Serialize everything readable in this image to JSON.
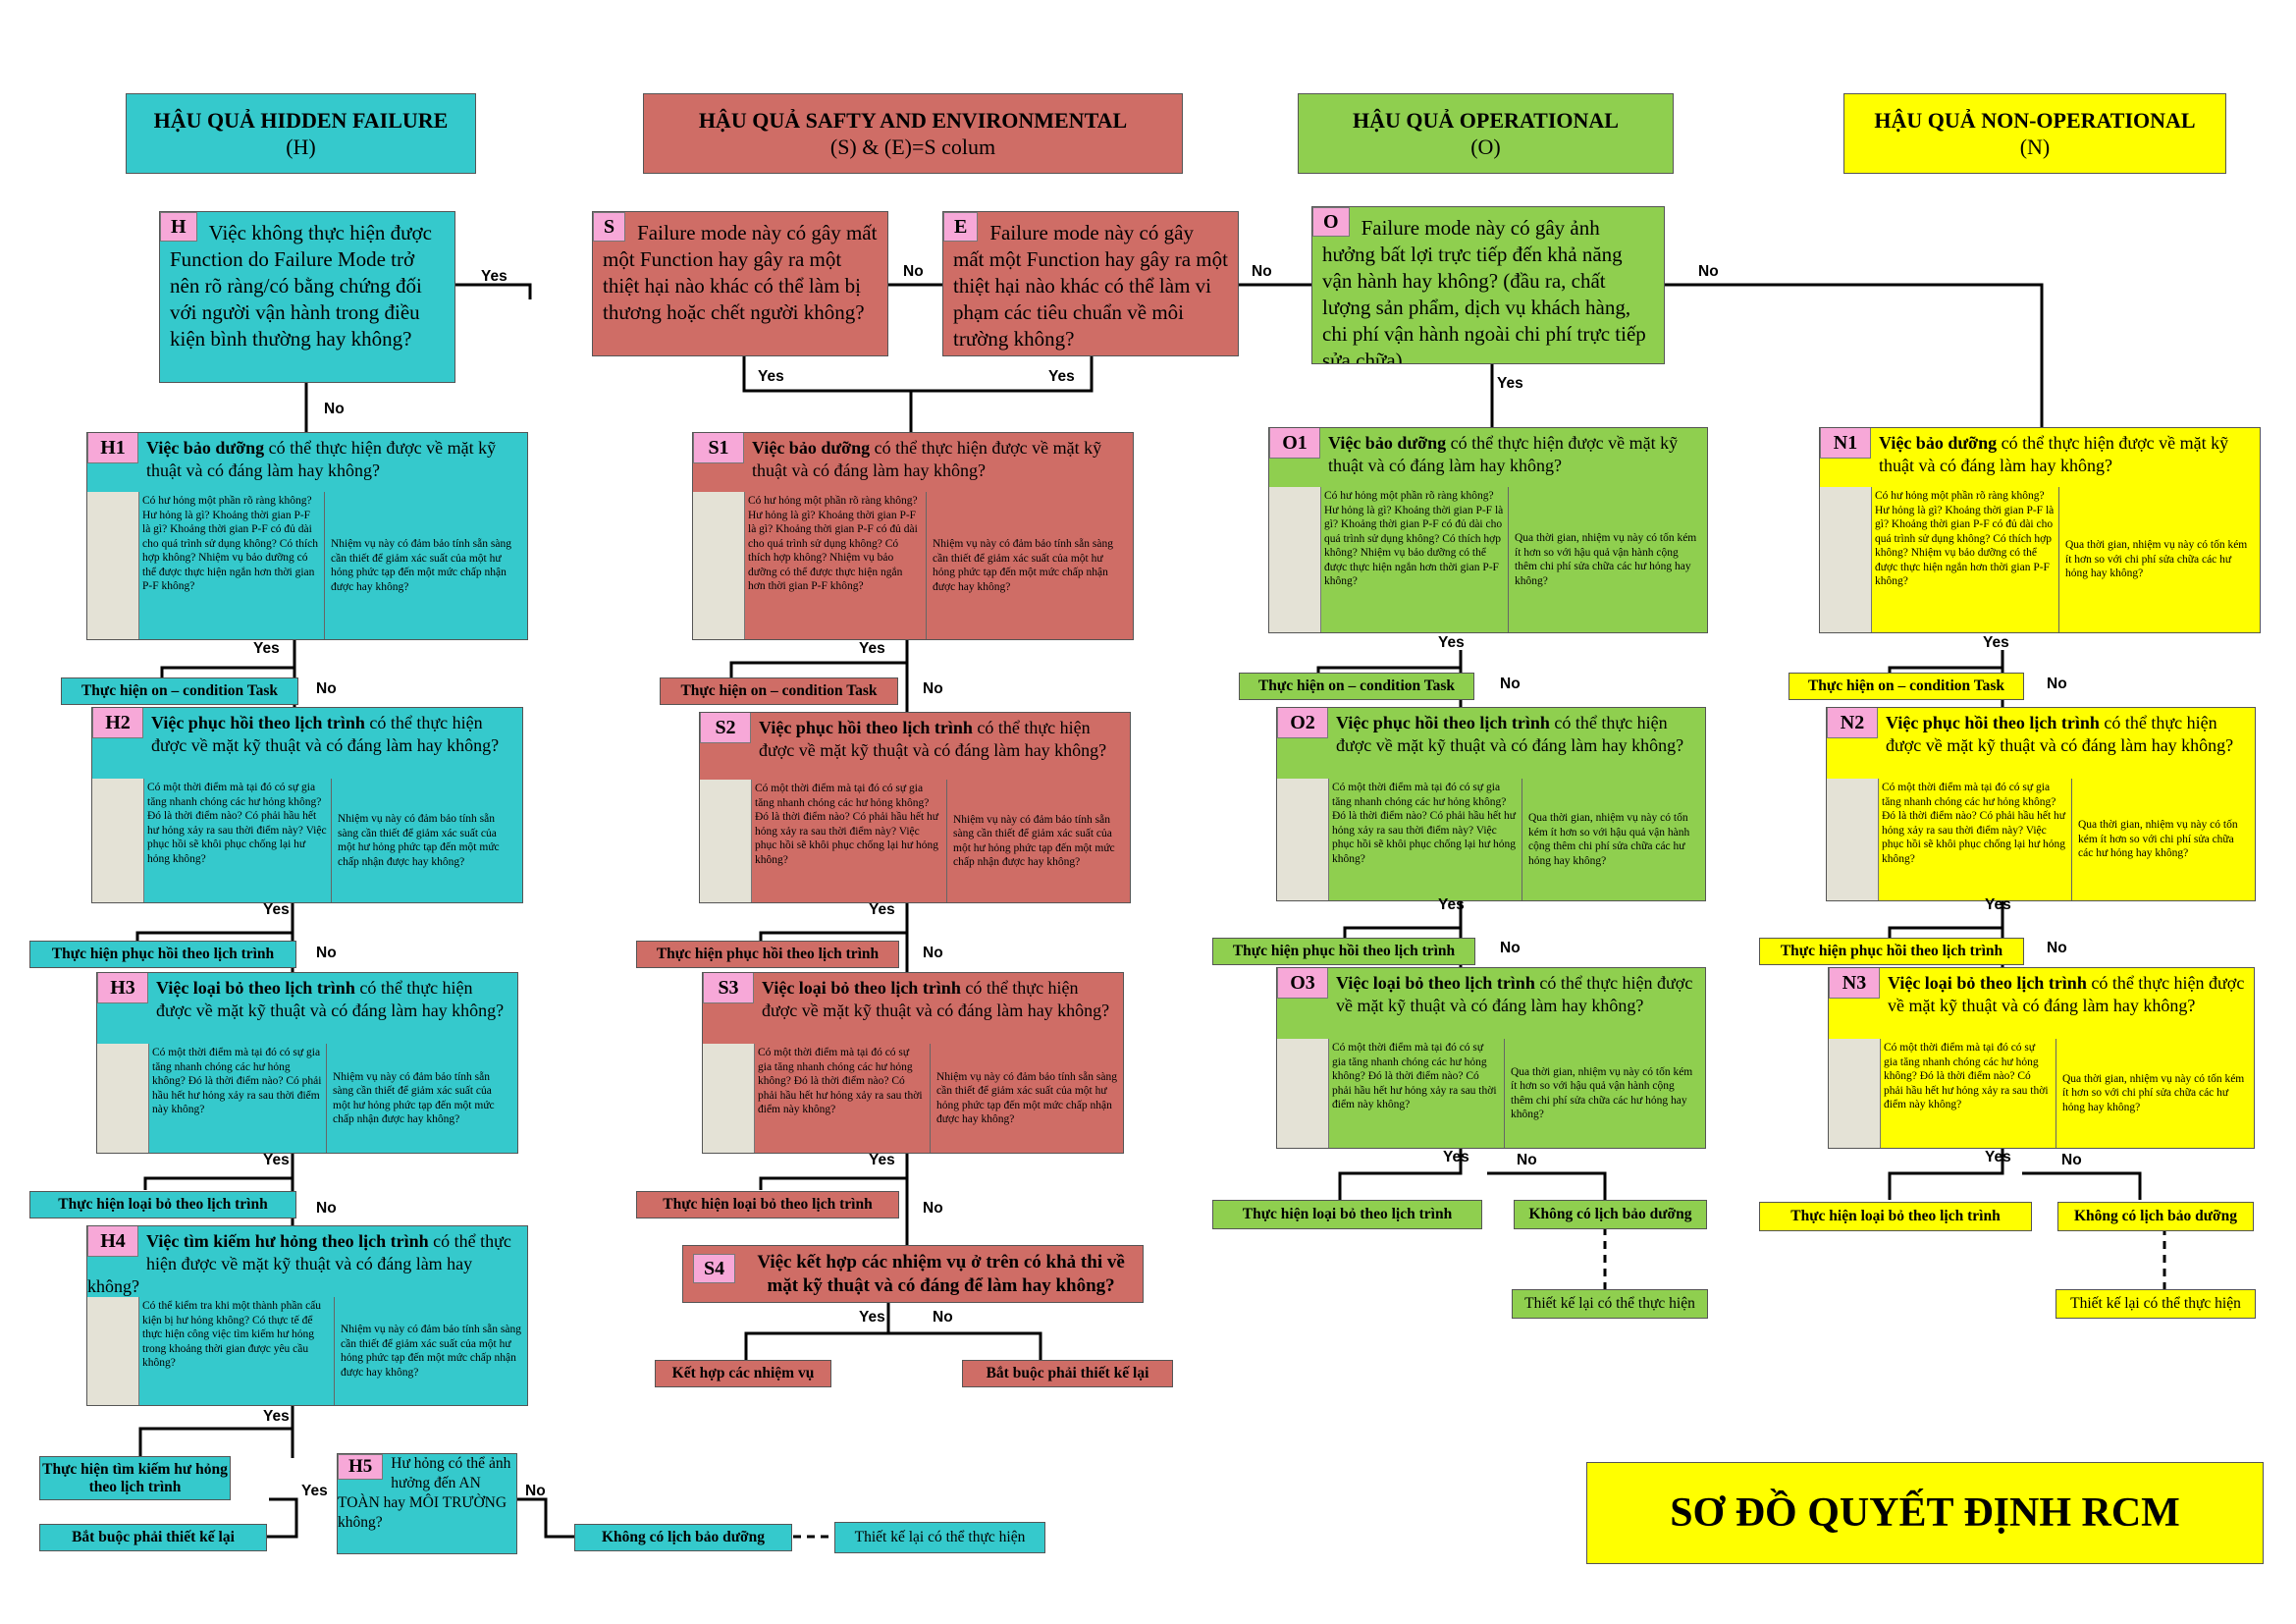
{
  "headers": {
    "hidden": {
      "title": "HẬU QUẢ HIDDEN FAILURE",
      "sub": "(H)"
    },
    "safety": {
      "title": "HẬU QUẢ SAFTY AND ENVIRONMENTAL",
      "sub": "(S) & (E)=S colum"
    },
    "operational": {
      "title": "HẬU QUẢ OPERATIONAL",
      "sub": "(O)"
    },
    "non_operational": {
      "title": "HẬU QUẢ NON-OPERATIONAL",
      "sub": "(N)"
    }
  },
  "questions": {
    "h": {
      "tag": "H",
      "text": "Việc không thực hiện được Function do Failure Mode trở nên rõ ràng/có bằng chứng đối với người vận hành trong điều kiện bình thường hay không?"
    },
    "s": {
      "tag": "S",
      "text": "Failure mode này có gây mất một Function hay gây ra một thiệt hại nào khác có thể làm bị thương hoặc chết người không?"
    },
    "e": {
      "tag": "E",
      "text": "Failure mode này có gây mất một Function hay gây ra một thiệt hại nào khác có thể làm vi phạm các tiêu chuẩn về môi trường không?"
    },
    "o": {
      "tag": "O",
      "text": "Failure mode này có gây ảnh hưởng bất lợi trực tiếp đến khả năng vận hành hay không? (đầu ra, chất lượng sản phẩm, dịch vụ khách hàng, chi phí vận hành ngoài chi phí trực tiếp sửa chữa)"
    }
  },
  "decisions": {
    "h1": {
      "tag": "H1",
      "bold": "Việc bảo dưỡng",
      "rest": " có thể thực hiện được về mặt kỹ thuật và có đáng làm hay không?",
      "left": "Có hư hỏng một phần rõ ràng không? Hư hỏng là gì? Khoảng thời gian P-F là gì? Khoảng thời gian P-F có đủ dài cho quá trình sử dụng không? Có thích hợp không? Nhiệm vụ bảo dưỡng có thể được thực hiện ngắn hơn thời gian P-F không?",
      "right": "Nhiệm vụ này có đảm bảo tính sẵn sàng cần thiết để giảm xác suất của một hư hỏng phức tạp đến một mức chấp nhận được hay không?"
    },
    "h2": {
      "tag": "H2",
      "bold": "Việc phục hồi theo lịch trình",
      "rest": " có thể thực hiện được về mặt kỹ thuật và có đáng làm hay không?",
      "left": "Có một thời điểm mà tại đó có sự gia tăng nhanh chóng các hư hỏng không? Đó là thời điểm nào? Có phải hầu hết hư hỏng xảy ra sau thời điểm này? Việc phục hồi sẽ khôi phục chống lại hư hỏng không?",
      "right": "Nhiệm vụ này có đảm bảo tính sẵn sàng cần thiết để giảm xác suất của một hư hỏng phức tạp đến một mức chấp nhận được hay không?"
    },
    "h3": {
      "tag": "H3",
      "bold": "Việc loại bỏ theo lịch trình",
      "rest": " có thể thực hiện được về mặt kỹ thuật và có đáng làm hay không?",
      "left": "Có một thời điểm mà tại đó có sự gia tăng nhanh chóng các hư hỏng không? Đó là thời điểm nào? Có phải hầu hết hư hỏng xảy ra sau thời điểm này không?",
      "right": "Nhiệm vụ này có đảm bảo tính sẵn sàng cần thiết để giảm xác suất của một hư hỏng phức tạp đến một mức chấp nhận được hay không?"
    },
    "h4": {
      "tag": "H4",
      "bold": "Việc tìm kiếm hư hỏng theo lịch trình",
      "rest": " có thể thực hiện được về mặt kỹ thuật và có đáng làm hay không?",
      "left": "Có thể kiểm tra khi một thành phần cấu kiện bị hư hỏng không? Có thực tế để thực hiện công việc tìm kiếm hư hỏng trong khoảng thời gian được yêu cầu không?",
      "right": "Nhiệm vụ này có đảm bảo tính sẵn sàng cần thiết để giảm xác suất của một hư hỏng phức tạp đến một mức chấp nhận được hay không?"
    },
    "h5": {
      "tag": "H5",
      "text": "Hư hỏng có thể ảnh hưởng đến AN TOÀN hay MÔI TRƯỜNG không?"
    },
    "s1": {
      "tag": "S1",
      "bold": "Việc bảo dưỡng",
      "rest": " có thể thực hiện được về mặt kỹ thuật và có đáng làm hay không?",
      "left": "Có hư hỏng một phần rõ ràng không? Hư hỏng là gì? Khoảng thời gian P-F là gì? Khoảng thời gian P-F có đủ dài cho quá trình sử dụng không? Có thích hợp không? Nhiệm vụ bảo dưỡng có thể được thực hiện ngắn hơn thời gian P-F không?",
      "right": "Nhiệm vụ này có đảm bảo tính sẵn sàng cần thiết để giảm xác suất của một hư hỏng phức tạp đến một mức chấp nhận được hay không?"
    },
    "s2": {
      "tag": "S2",
      "bold": "Việc phục hồi theo lịch trình",
      "rest": " có thể thực hiện được về mặt kỹ thuật và có đáng làm hay không?",
      "left": "Có một thời điểm mà tại đó có sự gia tăng nhanh chóng các hư hỏng không? Đó là thời điểm nào? Có phải hầu hết hư hỏng xảy ra sau thời điểm này? Việc phục hồi sẽ khôi phục chống lại hư hỏng không?",
      "right": "Nhiệm vụ này có đảm bảo tính sẵn sàng cần thiết để giảm xác suất của một hư hỏng phức tạp đến một mức chấp nhận được hay không?"
    },
    "s3": {
      "tag": "S3",
      "bold": "Việc loại bỏ theo lịch trình",
      "rest": " có thể thực hiện được về mặt kỹ thuật và có đáng làm hay không?",
      "left": "Có một thời điểm mà tại đó có sự gia tăng nhanh chóng các hư hỏng không? Đó là thời điểm nào? Có phải hầu hết hư hỏng xảy ra sau thời điểm này không?",
      "right": "Nhiệm vụ này có đảm bảo tính sẵn sàng cần thiết để giảm xác suất của một hư hỏng phức tạp đến một mức chấp nhận được hay không?"
    },
    "s4": {
      "tag": "S4",
      "text": "Việc kết hợp các nhiệm vụ ở trên có khả thi về mặt kỹ thuật và có đáng để làm hay không?"
    },
    "o1": {
      "tag": "O1",
      "bold": "Việc bảo dưỡng",
      "rest": " có thể thực hiện được về mặt kỹ thuật và có đáng làm hay không?",
      "left": "Có hư hỏng một phần rõ ràng không? Hư hỏng là gì? Khoảng thời gian P-F là gì? Khoảng thời gian P-F có đủ dài cho quá trình sử dụng không? Có thích hợp không? Nhiệm vụ bảo dưỡng có thể được thực hiện ngắn hơn thời gian P-F không?",
      "right": "Qua thời gian, nhiệm vụ này có tốn kém ít hơn so với hậu quả vận hành cộng thêm chi phí sửa chữa các hư hỏng hay không?"
    },
    "o2": {
      "tag": "O2",
      "bold": "Việc phục hồi theo lịch trình",
      "rest": " có thể thực hiện được về mặt kỹ thuật và có đáng làm hay không?",
      "left": "Có một thời điểm mà tại đó có sự gia tăng nhanh chóng các hư hỏng không? Đó là thời điểm nào? Có phải hầu hết hư hỏng xảy ra sau thời điểm này? Việc phục hồi sẽ khôi phục chống lại hư hỏng không?",
      "right": "Qua thời gian, nhiệm vụ này có tốn kém ít hơn so với hậu quả vận hành cộng thêm chi phí sửa chữa các hư hỏng hay không?"
    },
    "o3": {
      "tag": "O3",
      "bold": "Việc loại bỏ theo lịch trình",
      "rest": " có thể thực hiện được về mặt kỹ thuật và có đáng làm hay không?",
      "left": "Có một thời điểm mà tại đó có sự gia tăng nhanh chóng các hư hỏng không? Đó là thời điểm nào? Có phải hầu hết hư hỏng xảy ra sau thời điểm này không?",
      "right": "Qua thời gian, nhiệm vụ này có tốn kém ít hơn so với hậu quả vận hành cộng thêm chi phí sửa chữa các hư hỏng hay không?"
    },
    "n1": {
      "tag": "N1",
      "bold": "Việc bảo dưỡng",
      "rest": " có thể thực hiện được về mặt kỹ thuật và có đáng làm hay không?",
      "left": "Có hư hỏng một phần rõ ràng không? Hư hỏng là gì? Khoảng thời gian P-F là gì? Khoảng thời gian P-F có đủ dài cho quá trình sử dụng không? Có thích hợp không? Nhiệm vụ bảo dưỡng có thể được thực hiện ngắn hơn thời gian P-F không?",
      "right": "Qua thời gian, nhiệm vụ này có tốn kém ít hơn so với chi phí sửa chữa các hư hỏng hay không?"
    },
    "n2": {
      "tag": "N2",
      "bold": "Việc phục hồi theo lịch trình",
      "rest": " có thể thực hiện được về mặt kỹ thuật và có đáng làm hay không?",
      "left": "Có một thời điểm mà tại đó có sự gia tăng nhanh chóng các hư hỏng không? Đó là thời điểm nào? Có phải hầu hết hư hỏng xảy ra sau thời điểm này? Việc phục hồi sẽ khôi phục chống lại hư hỏng không?",
      "right": "Qua thời gian, nhiệm vụ này có tốn kém ít hơn so với chi phí sửa chữa các hư hỏng hay không?"
    },
    "n3": {
      "tag": "N3",
      "bold": "Việc loại bỏ theo lịch trình",
      "rest": " có thể thực hiện được về mặt kỹ thuật và có đáng làm hay không?",
      "left": "Có một thời điểm mà tại đó có sự gia tăng nhanh chóng các hư hỏng không? Đó là thời điểm nào? Có phải hầu hết hư hỏng xảy ra sau thời điểm này không?",
      "right": "Qua thời gian, nhiệm vụ này có tốn kém ít hơn so với chi phí sửa chữa các hư hỏng hay không?"
    }
  },
  "results": {
    "h_ct": "Thực hiện on – condition Task",
    "h_rs": "Thực hiện phục hồi theo lịch trình",
    "h_dis": "Thực hiện loại bỏ theo lịch trình",
    "h_ff": "Thực hiện tìm kiếm hư hỏng theo lịch trình",
    "h_rd": "Bắt buộc phải thiết kế lại",
    "h_nopm": "Không có lịch bảo dưỡng",
    "h_redesign_opt": "Thiết kế lại có thể thực hiện",
    "s_ct": "Thực hiện on – condition Task",
    "s_rs": "Thực hiện phục hồi theo lịch trình",
    "s_dis": "Thực hiện loại bỏ theo lịch trình",
    "s_combo": "Kết hợp các nhiệm vụ",
    "s_rd": "Bắt buộc phải thiết kế lại",
    "o_ct": "Thực hiện on – condition Task",
    "o_rs": "Thực hiện phục hồi theo lịch trình",
    "o_dis": "Thực hiện loại bỏ theo lịch trình",
    "o_nopm": "Không có lịch bảo dưỡng",
    "o_redesign_opt": "Thiết kế lại có thể thực hiện",
    "n_ct": "Thực hiện on – condition Task",
    "n_rs": "Thực hiện phục hồi theo lịch trình",
    "n_dis": "Thực hiện loại bỏ theo lịch trình",
    "n_nopm": "Không có lịch bảo dưỡng",
    "n_redesign_opt": "Thiết kế lại có thể thực hiện"
  },
  "labels": {
    "yes": "Yes",
    "no": "No"
  },
  "footer_title": "SƠ ĐỒ QUYẾT ĐỊNH RCM",
  "colors": {
    "hidden": "#35c9cc",
    "safety": "#cf6d66",
    "operational": "#8fcf4f",
    "non_operational": "#ffff00",
    "tag": "#f7a8d8"
  }
}
